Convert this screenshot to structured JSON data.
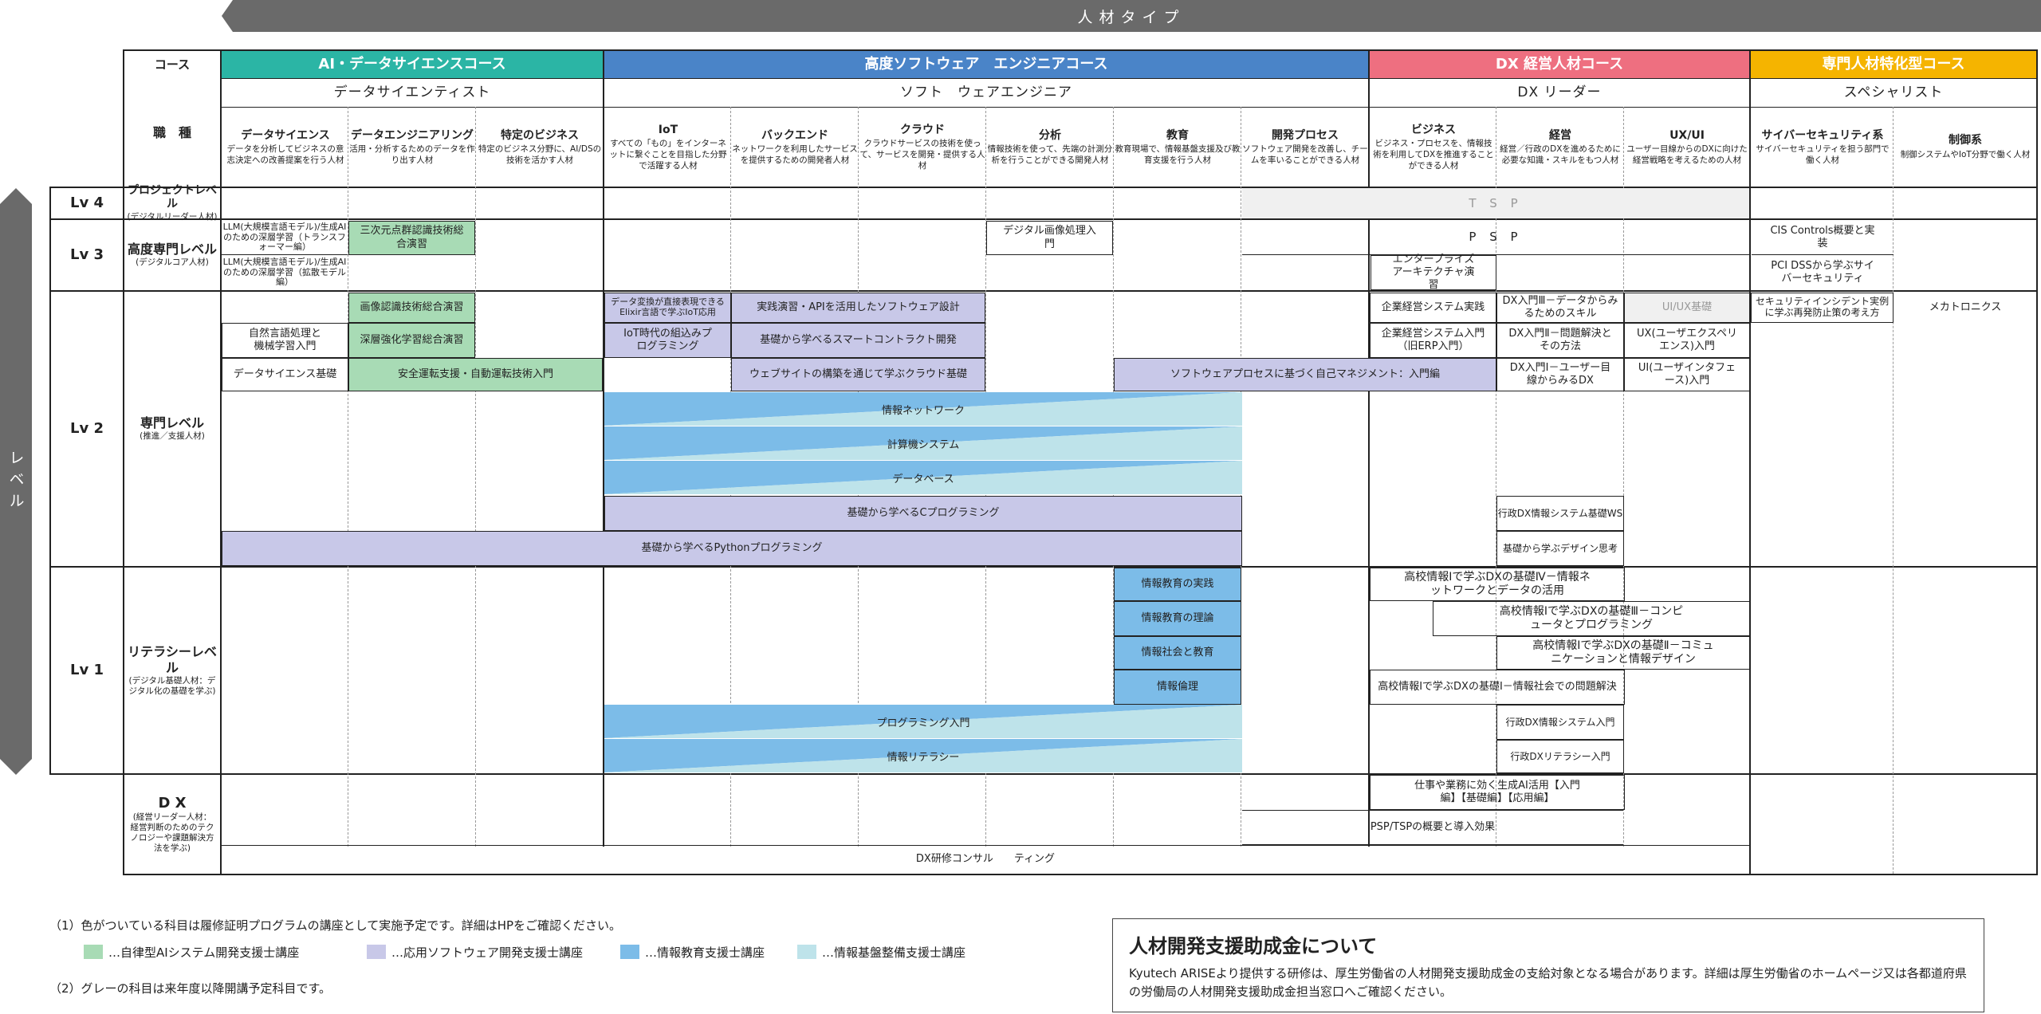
{
  "banner": {
    "top": "人材タイプ",
    "left": "レベル"
  },
  "header": {
    "course_label": "コース",
    "job_label": "職　種",
    "courses": [
      {
        "label": "AI・データサイエンスコース",
        "color": "#2bb5a5"
      },
      {
        "label": "高度ソフトウェア　エンジニアコース",
        "color": "#4a84c8"
      },
      {
        "label": "DX 経営人材コース",
        "color": "#ee6f80"
      },
      {
        "label": "専門人材特化型コース",
        "color": "#f5b400"
      }
    ],
    "roles": [
      "データサイエンティスト",
      "ソフト　ウェアエンジニア",
      "DX リーダー",
      "スペシャリスト"
    ],
    "subroles": [
      {
        "t": "データサイエンス",
        "d": "データを分析してビジネスの意志決定への改善提案を行う人材"
      },
      {
        "t": "データエンジニアリング",
        "d": "活用・分析するためのデータを作り出す人材"
      },
      {
        "t": "特定のビジネス",
        "d": "特定のビジネス分野に、AI/DSの技術を活かす人材"
      },
      {
        "t": "IoT",
        "d": "すべての「もの」をインターネットに繋ぐことを目指した分野で活躍する人材"
      },
      {
        "t": "バックエンド",
        "d": "ネットワークを利用したサービスを提供するための開発者人材"
      },
      {
        "t": "クラウド",
        "d": "クラウドサービスの技術を使って、サービスを開発・提供する人材"
      },
      {
        "t": "分析",
        "d": "情報技術を使って、先端の計測分析を行うことができる開発人材"
      },
      {
        "t": "教育",
        "d": "教育現場で、情報基盤支援及び教育支援を行う人材"
      },
      {
        "t": "開発プロセス",
        "d": "ソフトウェア開発を改善し、チームを率いることができる人材"
      },
      {
        "t": "ビジネス",
        "d": "ビジネス・プロセスを、情報技術を利用してDXを推進することができる人材"
      },
      {
        "t": "経営",
        "d": "経営／行政のDXを進めるために必要な知識・スキルをもつ人材"
      },
      {
        "t": "UX/UI",
        "d": "ユーザー目線からのDXに向けた経営戦略を考えるための人材"
      },
      {
        "t": "サイバーセキュリティ系",
        "d": "サイバーセキュリティを担う部門で働く人材"
      },
      {
        "t": "制御系",
        "d": "制御システムやIoT分野で働く人材"
      }
    ]
  },
  "levels": [
    {
      "lv": "Lv 4",
      "name": "プロジェクトレベル",
      "sub": "(デジタルリーダー人材)"
    },
    {
      "lv": "Lv 3",
      "name": "高度専門レベル",
      "sub": "(デジタルコア人材)"
    },
    {
      "lv": "Lv 2",
      "name": "専門レベル",
      "sub": "(推進／支援人材)"
    },
    {
      "lv": "Lv 1",
      "name": "リテラシーレベル",
      "sub": "(デジタル基礎人材：デジタル化の基礎を学ぶ)"
    },
    {
      "lv": "",
      "name": "D X",
      "sub": "(経営リーダー人材：経営判断のためのテクノロジーや課題解決方法を学ぶ)"
    }
  ],
  "courses": {
    "tsp": "T S P",
    "psp": "P S P",
    "llm1": "LLM(大規模言語モデル)/生成AIのための深層学習（トランスフォーマー編）",
    "llm2": "LLM(大規模言語モデル)/生成AIのための深層学習（拡散モデル編）",
    "sanjigen": "三次元点群認識技術総合演習",
    "digital_image": "デジタル画像処理入門",
    "enterprise": "エンタープライズアーキテクチャ演習",
    "cis": "CIS Controls概要と実装",
    "pci": "PCI DSSから学ぶサイバーセキュリティ",
    "gazou": "画像認識技術総合演習",
    "shinsou": "深層強化学習総合演習",
    "nlp": "自然言語処理と機械学習入門",
    "ds_kiso": "データサイエンス基礎",
    "anzen": "安全運転支援・自動運転技術入門",
    "elixir": "データ変換が直接表現できるElixir言語で学ぶIoT応用",
    "api": "実践演習・APIを活用したソフトウェア設計",
    "iot_kumikomi": "IoT時代の組込みプログラミング",
    "smart": "基礎から学べるスマートコントラクト開発",
    "website": "ウェブサイトの構築を通じて学ぶクラウド基礎",
    "selfmgmt": "ソフトウェアプロセスに基づく自己マネジメント：入門編",
    "kigyou": "企業経営システム実践",
    "dx3": "DX入門Ⅲ－データからみるためのスキル",
    "uiux": "UI/UX基礎",
    "security_incident": "セキュリティインシデント実例に学ぶ再発防止策の考え方",
    "mecha": "メカトロニクス",
    "kigyou_nyumon": "企業経営システム入門（旧ERP入門）",
    "dx2": "DX入門Ⅱ－問題解決とその方法",
    "ux": "UX(ユーザエクスペリエンス)入門",
    "dx1": "DX入門Ⅰ－ユーザー目線からみるDX",
    "ui": "UI(ユーザインタフェース)入門",
    "network": "情報ネットワーク",
    "keisanki": "計算機システム",
    "database": "データベース",
    "c_prog": "基礎から学べるCプログラミング",
    "python": "基礎から学べるPythonプログラミング",
    "gyosei_ws": "行政DX情報システム基礎WS",
    "design": "基礎から学ぶデザイン思考",
    "kyouiku_jissen": "情報教育の実践",
    "kyouiku_riron": "情報教育の理論",
    "shakai": "情報社会と教育",
    "rinri": "情報倫理",
    "prog_nyumon": "プログラミング入門",
    "literacy": "情報リテラシー",
    "koukou4": "高校情報Ⅰで学ぶDXの基礎Ⅳ－情報ネットワークとデータの活用",
    "koukou3": "高校情報Ⅰで学ぶDXの基礎Ⅲ－コンピュータとプログラミング",
    "koukou2": "高校情報Ⅰで学ぶDXの基礎Ⅱ－コミュニケーションと情報デザイン",
    "koukou1": "高校情報Ⅰで学ぶDXの基礎Ⅰ－情報社会での問題解決",
    "gyosei_sys": "行政DX情報システム入門",
    "gyosei_lit": "行政DXリテラシー入門",
    "seisei_ai": "仕事や業務に効く生成AI活用【入門編】【基礎編】【応用編】",
    "psptsp": "PSP/TSPの概要と導入効果",
    "consulting": "DX研修コンサル　　ティング"
  },
  "notes": {
    "note1": "（1）色がついている科目は履修証明プログラムの講座として実施予定です。詳細はHPをご確認ください。",
    "legend": [
      {
        "label": "…自律型AIシステム開発支援士講座",
        "color": "#a8dbb5"
      },
      {
        "label": "…応用ソフトウェア開発支援士講座",
        "color": "#c8c8e8"
      },
      {
        "label": "…情報教育支援士講座",
        "color": "#7cbce8"
      },
      {
        "label": "…情報基盤整備支援士講座",
        "color": "#bee3ea"
      }
    ],
    "note2": "（2）グレーの科目は来年度以降開講予定科目です。"
  },
  "subsidy": {
    "title": "人材開発支援助成金について",
    "body": "Kyutech ARISEより提供する研修は、厚生労働省の人材開発支援助成金の支給対象となる場合があります。詳細は厚生労働省のホームページ又は各都道府県の労働局の人材開発支援助成金担当窓口へご確認ください。"
  }
}
